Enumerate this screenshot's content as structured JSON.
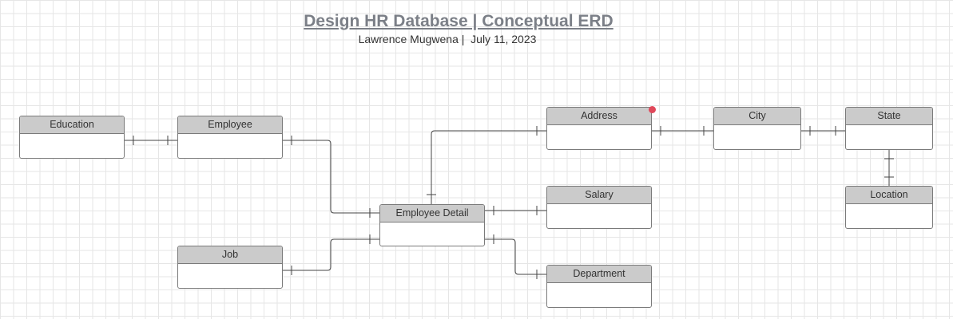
{
  "header": {
    "title": "Design HR Database | Conceptual ERD",
    "subtitle": "Lawrence Mugwena |  July 11, 2023"
  },
  "entities": {
    "education": {
      "label": "Education"
    },
    "employee": {
      "label": "Employee"
    },
    "job": {
      "label": "Job"
    },
    "employee_detail": {
      "label": "Employee Detail"
    },
    "address": {
      "label": "Address"
    },
    "salary": {
      "label": "Salary"
    },
    "department": {
      "label": "Department"
    },
    "city": {
      "label": "City"
    },
    "state": {
      "label": "State"
    },
    "location": {
      "label": "Location"
    }
  },
  "relationships": [
    {
      "from": "Education",
      "to": "Employee",
      "cardinality": "one-to-one"
    },
    {
      "from": "Employee",
      "to": "Employee Detail",
      "cardinality": "one-to-one"
    },
    {
      "from": "Job",
      "to": "Employee Detail",
      "cardinality": "one-to-one"
    },
    {
      "from": "Employee Detail",
      "to": "Address",
      "cardinality": "one-to-one"
    },
    {
      "from": "Employee Detail",
      "to": "Salary",
      "cardinality": "one-to-one"
    },
    {
      "from": "Employee Detail",
      "to": "Department",
      "cardinality": "one-to-one"
    },
    {
      "from": "Address",
      "to": "City",
      "cardinality": "one-to-one"
    },
    {
      "from": "City",
      "to": "State",
      "cardinality": "one-to-one"
    },
    {
      "from": "State",
      "to": "Location",
      "cardinality": "one-to-one"
    }
  ],
  "colors": {
    "header_fill": "#cbcbcb",
    "border": "#7a7a7a",
    "connector": "#444444",
    "title": "#7b7f87",
    "marker": "#e0485a"
  }
}
